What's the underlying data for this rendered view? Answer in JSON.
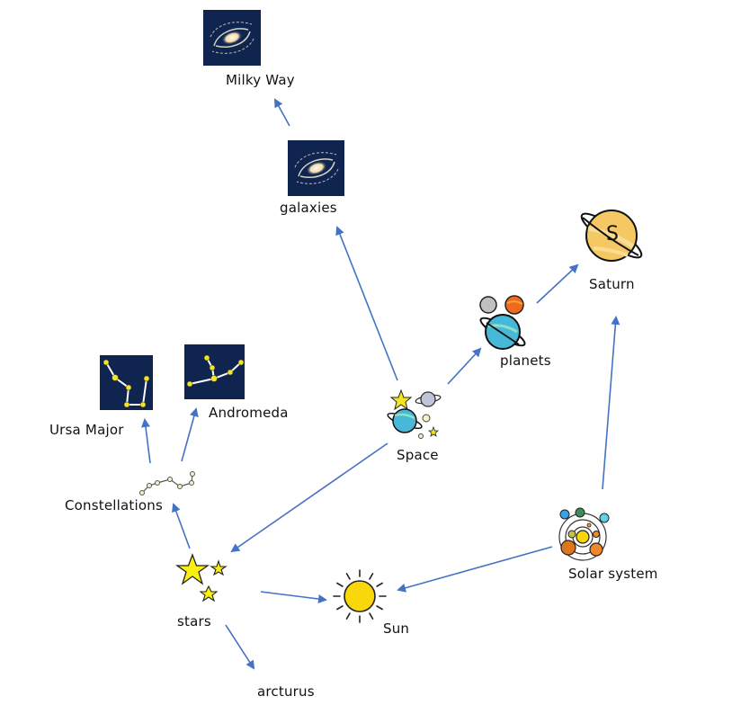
{
  "diagram": {
    "type": "concept-map",
    "arrow_color": "#4472c4",
    "nodes": [
      {
        "id": "milky_way",
        "label": "Milky Way",
        "icon": "galaxy-icon"
      },
      {
        "id": "galaxies",
        "label": "galaxies",
        "icon": "galaxy-icon"
      },
      {
        "id": "saturn",
        "label": "Saturn",
        "icon": "saturn-icon"
      },
      {
        "id": "planets",
        "label": "planets",
        "icon": "planets-icon"
      },
      {
        "id": "ursa_major",
        "label": "Ursa Major",
        "icon": "ursa-major-constellation-icon"
      },
      {
        "id": "andromeda",
        "label": "Andromeda",
        "icon": "andromeda-constellation-icon"
      },
      {
        "id": "space",
        "label": "Space",
        "icon": "space-icon"
      },
      {
        "id": "constellations",
        "label": "Constellations",
        "icon": "constellation-dots-icon"
      },
      {
        "id": "solar_system",
        "label": "Solar system",
        "icon": "solar-system-icon"
      },
      {
        "id": "stars",
        "label": "stars",
        "icon": "stars-icon"
      },
      {
        "id": "sun",
        "label": "Sun",
        "icon": "sun-icon"
      },
      {
        "id": "arcturus",
        "label": "arcturus",
        "icon": ""
      }
    ],
    "edges": [
      {
        "from": "galaxies",
        "to": "milky_way"
      },
      {
        "from": "space",
        "to": "galaxies"
      },
      {
        "from": "space",
        "to": "planets"
      },
      {
        "from": "planets",
        "to": "saturn"
      },
      {
        "from": "solar_system",
        "to": "saturn"
      },
      {
        "from": "space",
        "to": "stars"
      },
      {
        "from": "constellations",
        "to": "ursa_major"
      },
      {
        "from": "constellations",
        "to": "andromeda"
      },
      {
        "from": "stars",
        "to": "constellations"
      },
      {
        "from": "stars",
        "to": "sun"
      },
      {
        "from": "solar_system",
        "to": "sun"
      },
      {
        "from": "stars",
        "to": "arcturus"
      }
    ]
  }
}
